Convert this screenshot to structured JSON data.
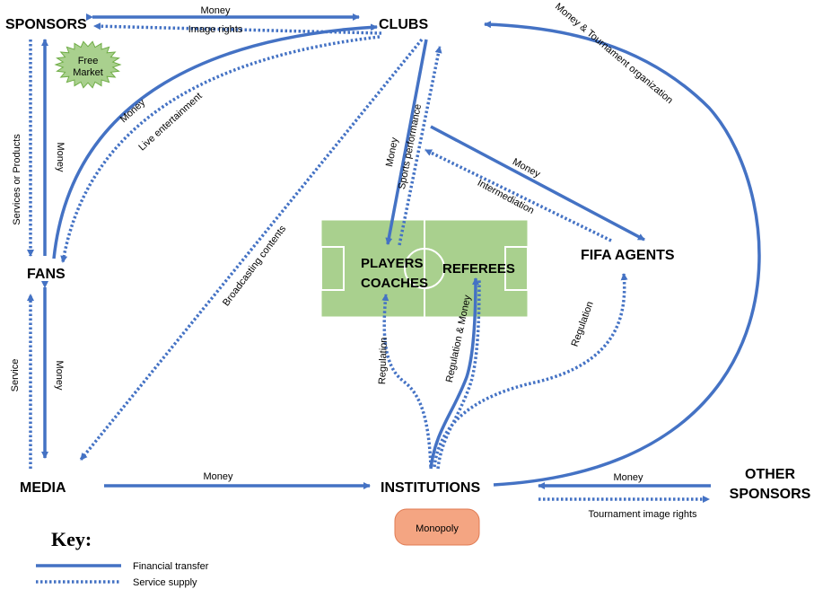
{
  "nodes": {
    "sponsors": "SPONSORS",
    "clubs": "CLUBS",
    "fans": "FANS",
    "media": "MEDIA",
    "institutions": "INSTITUTIONS",
    "other_sponsors_line1": "OTHER",
    "other_sponsors_line2": "SPONSORS",
    "fifa_agents": "FIFA AGENTS",
    "players": "PLAYERS",
    "coaches": "COACHES",
    "referees": "REFEREES"
  },
  "badges": {
    "free_market_line1": "Free",
    "free_market_line2": "Market",
    "monopoly": "Monopoly"
  },
  "edge_labels": {
    "sponsors_clubs_money": "Money",
    "clubs_sponsors_image": "Image rights",
    "fans_sponsors_money": "Money",
    "sponsors_fans_services": "Services or Products",
    "fans_clubs_money": "Money",
    "clubs_fans_live": "Live entertainment",
    "clubs_media_broadcast": "Broadcasting contents",
    "clubs_players_money": "Money",
    "players_clubs_sports": "Sports performance",
    "clubs_agents_money": "Money",
    "agents_clubs_intermediation": "Intermediation",
    "institutions_clubs_money": "Money & Tournament organization",
    "fans_media_money": "Money",
    "media_fans_service": "Service",
    "media_institutions_money": "Money",
    "other_institutions_money": "Money",
    "institutions_other_image": "Tournament image rights",
    "institutions_players_regulation": "Regulation",
    "institutions_referees_reg_money": "Regulation & Money",
    "institutions_agents_regulation": "Regulation"
  },
  "key": {
    "title": "Key:",
    "financial": "Financial transfer",
    "service": "Service supply"
  },
  "colors": {
    "arrow": "#4472c4",
    "pitch": "#a9d08e",
    "free_market": "#a9d08e",
    "monopoly": "#f4a582"
  }
}
